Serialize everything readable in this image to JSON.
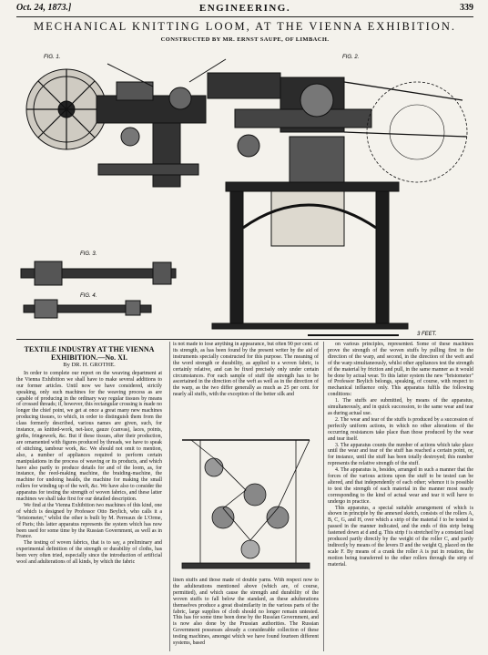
{
  "header": {
    "date": "Oct. 24, 1873.]",
    "journal": "ENGINEERING.",
    "page": "339"
  },
  "title": "MECHANICAL KNITTING LOOM, AT THE VIENNA EXHIBITION.",
  "subtitle": "CONSTRUCTED BY MR. ERNST SAUPE, OF LIMBACH.",
  "figures": {
    "fig1": "FIG. 1.",
    "fig2": "FIG. 2.",
    "fig3": "FIG. 3.",
    "fig4": "FIG. 4.",
    "scale": "3 FEET."
  },
  "article": {
    "heading": "TEXTILE INDUSTRY AT THE VIENNA EXHIBITION.—No. XI.",
    "byline": "By DR. H. GROTHE.",
    "col1": [
      "In order to complete our report on the weaving department at the Vienna Exhibition we shall have to make several additions to our former articles. Until now we have considered, strictly speaking, only such machines for the weaving process as are capable of producing in the ordinary way regular tissues by means of crossed threads; if, however, this rectangular crossing is made no longer the chief point, we get at once a great many new machines producing tissues, to which, in order to distinguish them from the class formerly described, various names are given, such, for instance, as knitted-work, net-lace, gauze (canvas), laces, points, girths, fringework, &c. But if these tissues, after their production, are ornamented with figures produced by threads, we have to speak of stitching, tambour work, &c. We should not omit to mention, also, a number of appliances required to perform certain manipulations in the process of weaving or its products, and which have also partly to produce details for and of the loom, as, for instance, the reed-making machine, the braiding-machine, the machine for undoing healds, the machine for making the small rollers for winding up of the weft, &c. We have also to consider the apparatus for testing the strength of woven fabrics, and these latter machines we shall take first for our detailed description.",
      "We find at the Vienna Exhibition two machines of this kind, one of which is designed by Professor Otto Beylich, who calls it a \"bristometer,\" whilst the other is built by M. Perreaux de L'Orme, of Paris; this latter apparatus represents the system which has now been used for some time by the Russian Government, as well as in France.",
      "The testing of woven fabrics, that is to say, a preliminary and experimental definition of the strength or durability of cloths, has been very often tried, especially since the introduction of artificial wool and adulterations of all kinds, by which the fabric"
    ],
    "col2_top": "is not made to lose anything in appearance, but often 90 per cent. of its strength, as has been found by the present writer by the aid of instruments specially constructed for this purpose. The meaning of the word strength or durability, as applied to a woven fabric, is certainly relative, and can be fixed precisely only under certain circumstances. For each sample of stuff the strength has to be ascertained in the direction of the weft as well as in the direction of the warp, as the two differ generally as much as 25 per cent. for nearly all stuffs, with the exception of the better silk and",
    "col2_bottom": "linen stuffs and those made of double yarns. With respect now to the adulterations mentioned above (which are, of course, permitted), and which cause the strength and durability of the woven stuffs to fall below the standard, as these adulterations themselves produce a great dissimilarity in the various parts of the fabric, large supplies of cloth should no longer remain untested. This has for some time been done by the Russian Government, and is now also done by the Prussian authorities. The Russian Government possesses already a considerable collection of these testing machines, amongst which we have found fourteen different systems, based",
    "col3": [
      "on various principles, represented. Some of these machines prove the strength of the woven stuffs by pulling first in the direction of the warp, and second, in the direction of the weft and of the warp simultaneously, whilst other appliances test the strength of the material by friction and pull, in the same manner as it would be done by actual wear. To this latter system the new \"bristometer\" of Professor Beylich belongs, speaking, of course, with respect to mechanical influence only. This apparatus fulfils the following conditions:",
      "1. The stuffs are submitted, by means of the apparatus, simultaneously, and in quick succession, to the same wear and tear as during actual use.",
      "2. The wear and tear of the stuffs is produced by a succession of perfectly uniform actions, in which no other alterations of the occurring resistances take place than those produced by the wear and tear itself.",
      "3. The apparatus counts the number of actions which take place until the wear and tear of the stuff has reached a certain point, or, for instance, until the stuff has been totally destroyed; this number represents the relative strength of the stuff.",
      "4. The apparatus is, besides, arranged in such a manner that the forces of the various actions upon the stuff to be tested can be altered, and that independently of each other; whence it is possible to test the strength of each material in the manner most nearly corresponding to the kind of actual wear and tear it will have to undergo in practice.",
      "This apparatus, a special suitable arrangement of which is shown in principle by the annexed sketch, consists of the rollers A, B, C, G, and H, over which a strip of the material f to be tested is passed in the manner indicated, and the ends of this strip being fastened down at d and g. This strip f is stretched by a constant load produced partly directly by the weight of the roller C, and partly indirectly by means of the levers D and the weight Q, placed on the scale F. By means of a crank the roller A is put in rotation, the motion being transferred to the other rollers through the strip of material."
    ]
  }
}
